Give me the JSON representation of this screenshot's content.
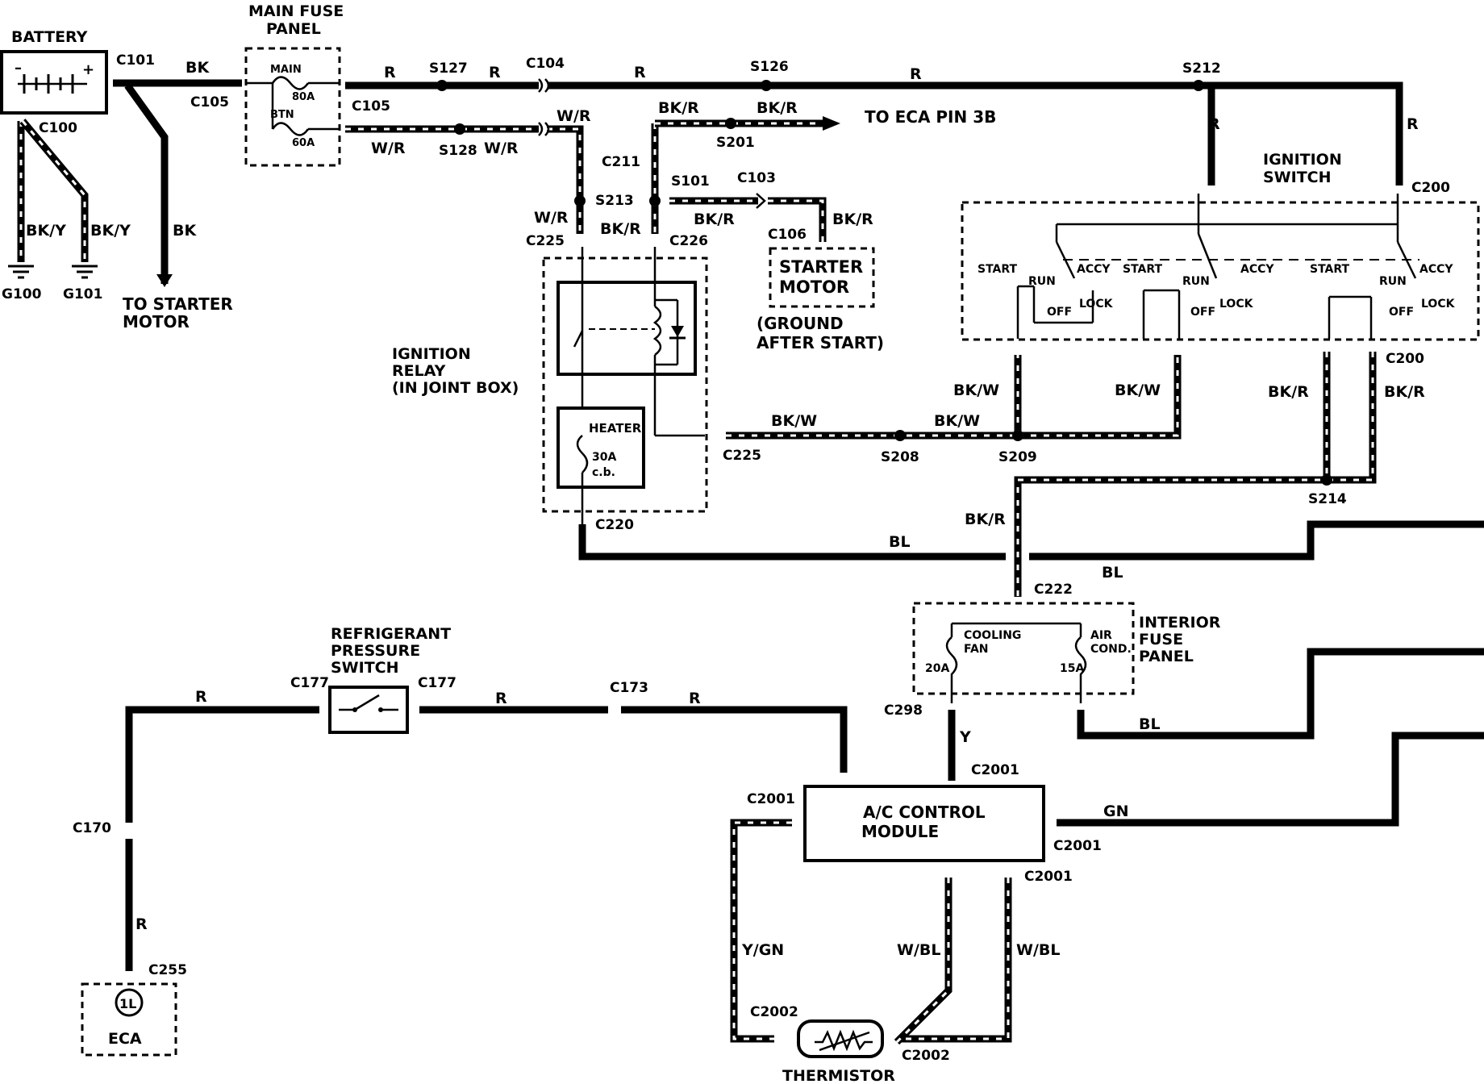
{
  "components": {
    "battery": "BATTERY",
    "main_fuse_panel": [
      "MAIN FUSE",
      "PANEL"
    ],
    "main_fuse": "MAIN",
    "main_fuse_rating": "80A",
    "btn_fuse": "BTN",
    "btn_fuse_rating": "60A",
    "to_starter_motor": [
      "TO STARTER",
      "MOTOR"
    ],
    "to_eca_pin": "TO ECA PIN 3B",
    "starter_motor": [
      "STARTER",
      "MOTOR"
    ],
    "ground_after_start": [
      "(GROUND",
      "AFTER START)"
    ],
    "ignition_relay": [
      "IGNITION",
      "RELAY",
      "(IN JOINT BOX)"
    ],
    "heater": "HEATER",
    "heater_rating": [
      "30A",
      "c.b."
    ],
    "ignition_switch": [
      "IGNITION",
      "SWITCH"
    ],
    "switch_positions": {
      "start": "START",
      "run": "RUN",
      "accy": "ACCY",
      "off": "OFF",
      "lock": "LOCK"
    },
    "interior_fuse_panel": [
      "INTERIOR",
      "FUSE",
      "PANEL"
    ],
    "cooling_fan_fuse": [
      "COOLING",
      "FAN"
    ],
    "cooling_fan_rating": "20A",
    "air_cond_fuse": [
      "AIR",
      "COND."
    ],
    "air_cond_rating": "15A",
    "refrigerant_switch": [
      "REFRIGERANT",
      "PRESSURE",
      "SWITCH"
    ],
    "ac_module": [
      "A/C CONTROL",
      "MODULE"
    ],
    "thermistor": "THERMISTOR",
    "eca": "ECA",
    "eca_pin": "1L"
  },
  "connectors": [
    "C101",
    "C105",
    "C100",
    "C105",
    "C104",
    "C211",
    "C103",
    "S101",
    "C106",
    "C225",
    "C226",
    "C225",
    "C220",
    "C200",
    "C200",
    "C222",
    "C298",
    "C2001",
    "C2001",
    "C2001",
    "C2001",
    "C2002",
    "C2002",
    "C177",
    "C177",
    "C173",
    "C170",
    "C255"
  ],
  "splices": [
    "S127",
    "S128",
    "S126",
    "S201",
    "S213",
    "S101",
    "S212",
    "S208",
    "S209",
    "S214"
  ],
  "grounds": [
    "G100",
    "G101"
  ],
  "wire_colors": [
    "BK",
    "BK/Y",
    "R",
    "W/R",
    "BK/R",
    "BK/W",
    "BL",
    "Y",
    "GN",
    "Y/GN",
    "W/BL"
  ]
}
